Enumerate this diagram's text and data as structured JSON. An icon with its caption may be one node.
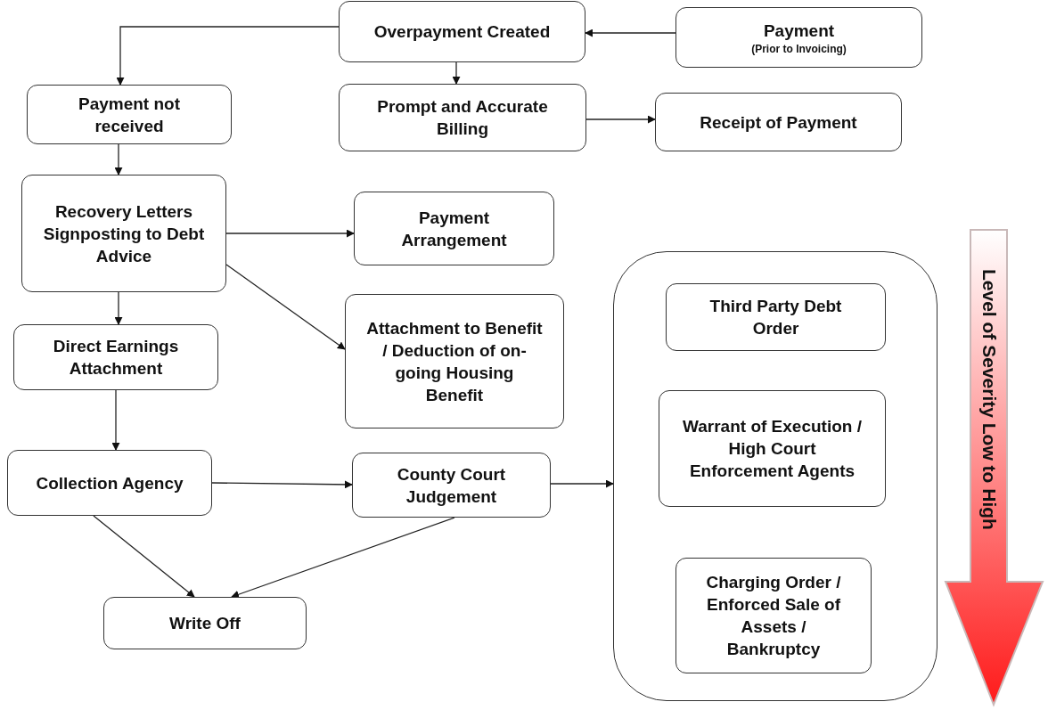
{
  "diagram": {
    "nodes": [
      {
        "text": [
          "Overpayment Created"
        ]
      },
      {
        "text": [
          "Payment",
          "(Prior to Invoicing)"
        ]
      },
      {
        "text": [
          "Payment not received"
        ]
      },
      {
        "text": [
          "Prompt and Accurate Billing"
        ]
      },
      {
        "text": [
          "Receipt of Payment"
        ]
      },
      {
        "text": [
          "Recovery Letters Signposting to Debt Advice"
        ]
      },
      {
        "text": [
          "Payment Arrangement"
        ]
      },
      {
        "text": [
          "Attachment to Benefit / Deduction of on-going Housing Benefit"
        ]
      },
      {
        "text": [
          "Direct Earnings Attachment"
        ]
      },
      {
        "text": [
          "Collection Agency"
        ]
      },
      {
        "text": [
          "County Court Judgement"
        ]
      },
      {
        "text": [],
        "shape": "box"
      },
      {
        "text": [
          "Third Party Debt Order"
        ],
        "in": 11
      },
      {
        "text": [
          "Warrant of Execution / High Court Enforcement Agents"
        ],
        "in": 11
      },
      {
        "text": [
          "Charging Order / Enforced Sale of Assets / Bankruptcy"
        ],
        "in": 11
      },
      {
        "text": [
          "Write Off"
        ]
      },
      {
        "text": [
          "Level of Severity Low to High"
        ]
      }
    ],
    "edges": [
      {
        "from": 0,
        "to": 2,
        "arrow": "to"
      },
      {
        "from": 1,
        "to": 0,
        "arrow": "to"
      },
      {
        "from": 0,
        "to": 3,
        "arrow": "to"
      },
      {
        "from": 3,
        "to": 4,
        "arrow": "to"
      },
      {
        "from": 2,
        "to": 5,
        "arrow": "to"
      },
      {
        "from": 5,
        "to": 6,
        "arrow": "to"
      },
      {
        "from": 5,
        "to": 7,
        "arrow": "to"
      },
      {
        "from": 5,
        "to": 8,
        "arrow": "to"
      },
      {
        "from": 8,
        "to": 9,
        "arrow": "to"
      },
      {
        "from": 9,
        "to": 10,
        "arrow": "to"
      },
      {
        "from": 10,
        "to": 11,
        "arrow": "to"
      },
      {
        "from": 9,
        "to": 15,
        "arrow": "to"
      },
      {
        "from": 10,
        "to": 15,
        "arrow": "to"
      }
    ]
  }
}
